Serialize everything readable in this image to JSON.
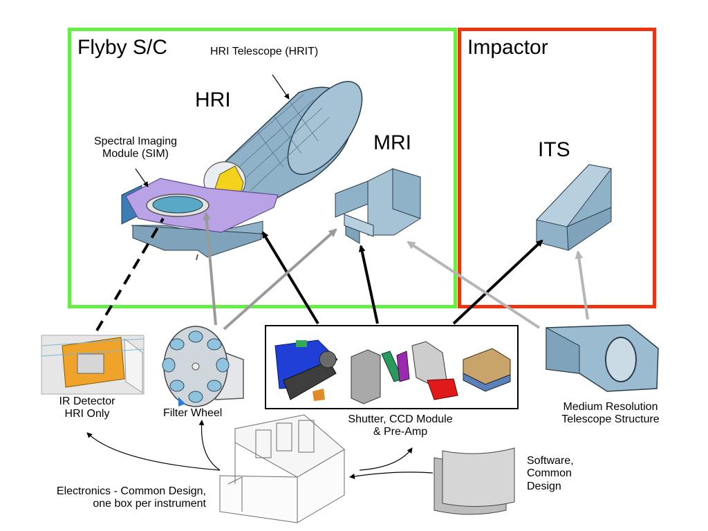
{
  "colors": {
    "flyby_border": "#66ee44",
    "impactor_border": "#ee3311",
    "telescope_blue": "#8fb2c8",
    "sim_purple": "#b9a3e6",
    "arrow_black": "#000000",
    "arrow_gray": "#9a9a9a",
    "arrow_lightgray": "#b5b5b5"
  },
  "groups": {
    "flyby_title": "Flyby S/C",
    "impactor_title": "Impactor"
  },
  "instruments": {
    "hri": "HRI",
    "mri": "MRI",
    "its": "ITS"
  },
  "labels": {
    "hrit": "HRI Telescope (HRIT)",
    "sim_line1": "Spectral Imaging",
    "sim_line2": "Module (SIM)",
    "ir_line1": "IR Detector",
    "ir_line2": "HRI Only",
    "filter_wheel": "Filter Wheel",
    "shutter_line1": "Shutter, CCD Module",
    "shutter_line2": "& Pre-Amp",
    "mrts_line1": "Medium Resolution",
    "mrts_line2": "Telescope Structure",
    "software_line1": "Software,",
    "software_line2": "Common",
    "software_line3": "Design",
    "electronics_line1": "Electronics - Common Design,",
    "electronics_line2": "one box per instrument"
  }
}
